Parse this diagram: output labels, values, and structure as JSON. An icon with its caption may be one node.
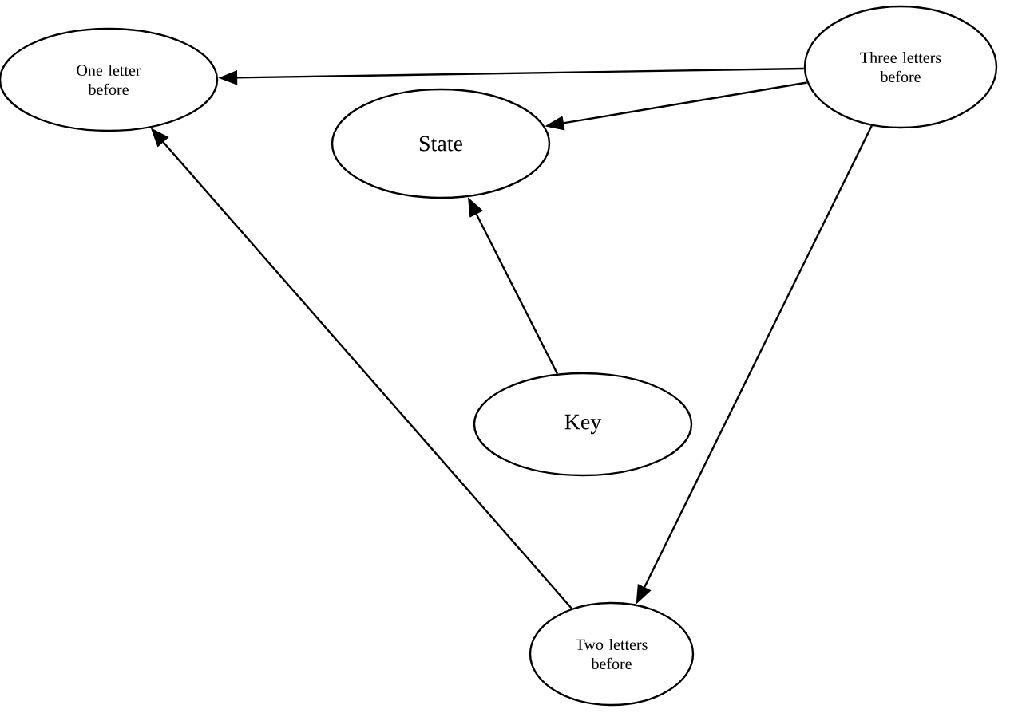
{
  "diagram": {
    "nodes": [
      {
        "text": [
          "One letter before"
        ]
      },
      {
        "text": [
          "Three letters before"
        ]
      },
      {
        "text": [
          "State"
        ]
      },
      {
        "text": [
          "Key"
        ]
      },
      {
        "text": [
          "Two letters before"
        ]
      }
    ],
    "edges": [
      {
        "from": 1,
        "to": 0,
        "arrow": "to"
      },
      {
        "from": 1,
        "to": 2,
        "arrow": "to"
      },
      {
        "from": 3,
        "to": 2,
        "arrow": "to"
      },
      {
        "from": 1,
        "to": 4,
        "arrow": "to"
      },
      {
        "from": 4,
        "to": 0,
        "arrow": "to"
      }
    ]
  }
}
